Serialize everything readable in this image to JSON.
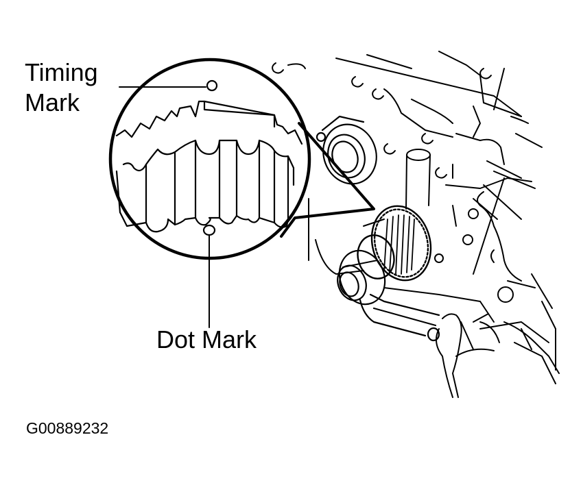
{
  "diagram": {
    "type": "technical-illustration",
    "subject": "Crankshaft timing pulley alignment",
    "labels": {
      "timing_mark_line1": "Timing",
      "timing_mark_line2": "Mark",
      "dot_mark": "Dot Mark"
    },
    "figure_id": "G00889232",
    "colors": {
      "ink": "#000000",
      "paper": "#ffffff"
    }
  }
}
